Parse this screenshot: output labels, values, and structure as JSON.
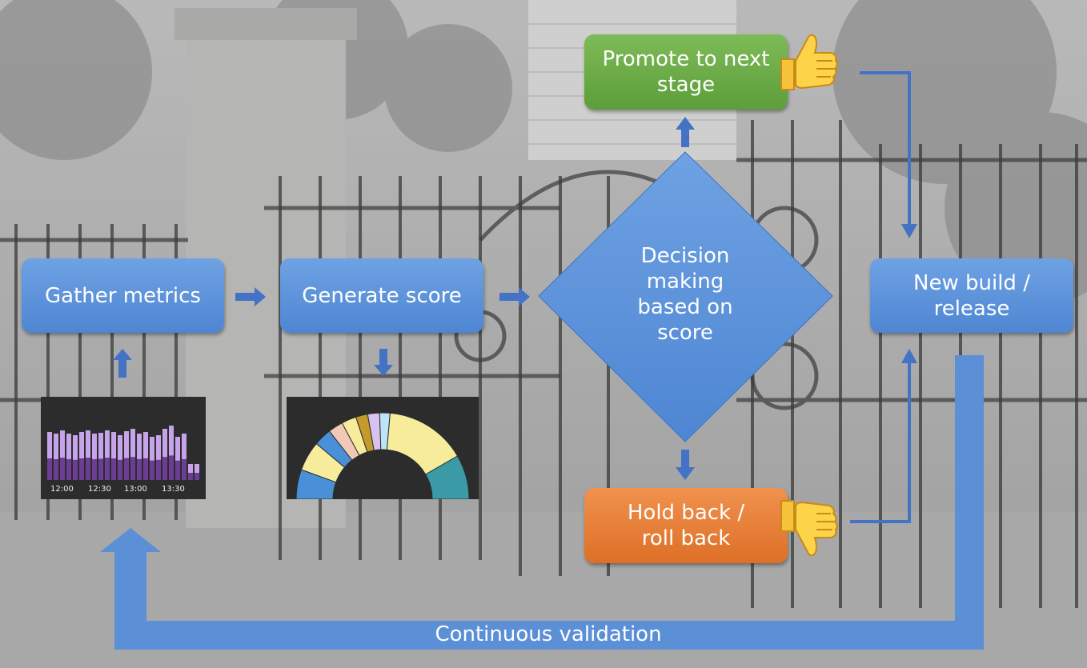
{
  "nodes": {
    "gather": "Gather metrics",
    "generate": "Generate score",
    "decision": "Decision\nmaking\nbased on\nscore",
    "promote": "Promote to next\nstage",
    "hold": "Hold back /\nroll back",
    "release": "New build /\nrelease"
  },
  "loop_label": "Continuous validation",
  "metrics_ticks": [
    "12:00",
    "12:30",
    "13:00",
    "13:30"
  ],
  "icons": {
    "promote": "thumbs-up-icon",
    "hold": "thumbs-down-icon"
  },
  "colors": {
    "blue": "#4f87d4",
    "green": "#6aaa45",
    "orange": "#e57a34",
    "panel": "#2c2c2c"
  }
}
